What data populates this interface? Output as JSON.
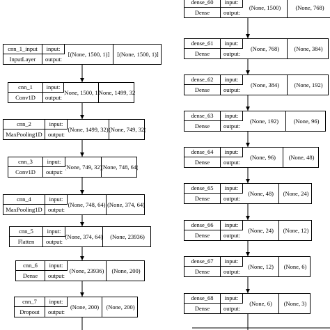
{
  "colors": {
    "line": "#000000",
    "background": "#ffffff"
  },
  "labels": {
    "input": "input:",
    "output": "output:"
  },
  "left_column": [
    {
      "name": "cnn_1_input",
      "type": "InputLayer",
      "input": "[(None, 1500, 1)]",
      "output": "[(None, 1500, 1)]"
    },
    {
      "name": "cnn_1",
      "type": "Conv1D",
      "input": "(None, 1500, 1)",
      "output": "(None, 1499, 32)"
    },
    {
      "name": "cnn_2",
      "type": "MaxPooling1D",
      "input": "(None, 1499, 32)",
      "output": "(None, 749, 32)"
    },
    {
      "name": "cnn_3",
      "type": "Conv1D",
      "input": "(None, 749, 32)",
      "output": "(None, 748, 64)"
    },
    {
      "name": "cnn_4",
      "type": "MaxPooling1D",
      "input": "(None, 748, 64)",
      "output": "(None, 374, 64)"
    },
    {
      "name": "cnn_5",
      "type": "Flatten",
      "input": "(None, 374, 64)",
      "output": "(None, 23936)"
    },
    {
      "name": "cnn_6",
      "type": "Dense",
      "input": "(None, 23936)",
      "output": "(None, 200)"
    },
    {
      "name": "cnn_7",
      "type": "Dropout",
      "input": "(None, 200)",
      "output": "(None, 200)"
    }
  ],
  "right_column": [
    {
      "name": "dense_60",
      "type": "Dense",
      "input": "(None, 1500)",
      "output": "(None, 768)"
    },
    {
      "name": "dense_61",
      "type": "Dense",
      "input": "(None, 768)",
      "output": "(None, 384)"
    },
    {
      "name": "dense_62",
      "type": "Dense",
      "input": "(None, 384)",
      "output": "(None, 192)"
    },
    {
      "name": "dense_63",
      "type": "Dense",
      "input": "(None, 192)",
      "output": "(None, 96)"
    },
    {
      "name": "dense_64",
      "type": "Dense",
      "input": "(None, 96)",
      "output": "(None, 48)"
    },
    {
      "name": "dense_65",
      "type": "Dense",
      "input": "(None, 48)",
      "output": "(None, 24)"
    },
    {
      "name": "dense_66",
      "type": "Dense",
      "input": "(None, 24)",
      "output": "(None, 12)"
    },
    {
      "name": "dense_67",
      "type": "Dense",
      "input": "(None, 12)",
      "output": "(None, 6)"
    },
    {
      "name": "dense_68",
      "type": "Dense",
      "input": "(None, 6)",
      "output": "(None, 3)"
    }
  ]
}
